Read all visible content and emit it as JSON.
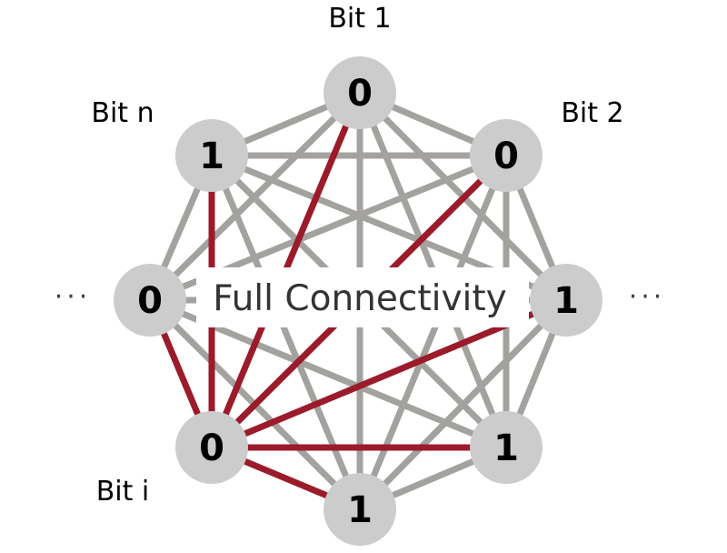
{
  "colors": {
    "edge_default": "#a3a29f",
    "edge_highlight": "#9b1b2b",
    "node_fill": "#cccccc",
    "center_text": "#333333"
  },
  "center_label": "Full Connectivity",
  "ellipsis": "···",
  "bit_labels": {
    "top": "Bit 1",
    "top_right": "Bit 2",
    "top_left": "Bit n",
    "bottom_left": "Bit i"
  },
  "nodes": [
    {
      "id": "n0",
      "value": "0",
      "name": "node-bit-1"
    },
    {
      "id": "n1",
      "value": "0",
      "name": "node-bit-2"
    },
    {
      "id": "n2",
      "value": "1",
      "name": "node-right"
    },
    {
      "id": "n3",
      "value": "1",
      "name": "node-bottom-right"
    },
    {
      "id": "n4",
      "value": "1",
      "name": "node-bottom"
    },
    {
      "id": "n5",
      "value": "0",
      "name": "node-bit-i"
    },
    {
      "id": "n6",
      "value": "0",
      "name": "node-left"
    },
    {
      "id": "n7",
      "value": "1",
      "name": "node-bit-n"
    }
  ],
  "edges": [
    [
      "n0",
      "n1",
      "gray"
    ],
    [
      "n0",
      "n2",
      "gray"
    ],
    [
      "n0",
      "n3",
      "gray"
    ],
    [
      "n0",
      "n4",
      "gray"
    ],
    [
      "n0",
      "n5",
      "red"
    ],
    [
      "n0",
      "n6",
      "gray"
    ],
    [
      "n0",
      "n7",
      "gray"
    ],
    [
      "n1",
      "n2",
      "gray"
    ],
    [
      "n1",
      "n3",
      "gray"
    ],
    [
      "n1",
      "n4",
      "gray"
    ],
    [
      "n1",
      "n5",
      "red"
    ],
    [
      "n1",
      "n6",
      "gray"
    ],
    [
      "n1",
      "n7",
      "gray"
    ],
    [
      "n2",
      "n3",
      "gray"
    ],
    [
      "n2",
      "n4",
      "gray"
    ],
    [
      "n2",
      "n5",
      "red"
    ],
    [
      "n2",
      "n6",
      "gray"
    ],
    [
      "n2",
      "n7",
      "gray"
    ],
    [
      "n3",
      "n4",
      "gray"
    ],
    [
      "n3",
      "n5",
      "red"
    ],
    [
      "n3",
      "n6",
      "gray"
    ],
    [
      "n3",
      "n7",
      "gray"
    ],
    [
      "n4",
      "n5",
      "red"
    ],
    [
      "n4",
      "n6",
      "gray"
    ],
    [
      "n4",
      "n7",
      "gray"
    ],
    [
      "n5",
      "n6",
      "red"
    ],
    [
      "n5",
      "n7",
      "red"
    ],
    [
      "n6",
      "n7",
      "gray"
    ]
  ]
}
